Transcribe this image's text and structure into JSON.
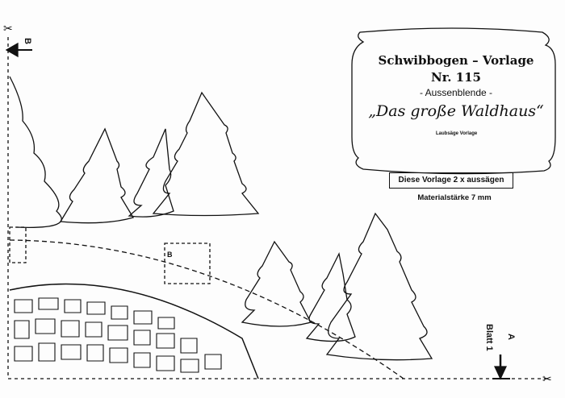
{
  "header": {
    "title": "Schwibbogen – Vorlage",
    "number": "Nr. 115",
    "subtitle": "- Aussenblende -",
    "name": "„Das große Waldhaus“",
    "logo_text": "Laubsäge Vorlage"
  },
  "instructions": {
    "note": "Diese Vorlage 2 x aussägen",
    "material": "Materialstärke 7 mm"
  },
  "markers": {
    "top_left": "B",
    "box": "B",
    "bottom_right": "A",
    "sheet": "Blatt 1"
  }
}
